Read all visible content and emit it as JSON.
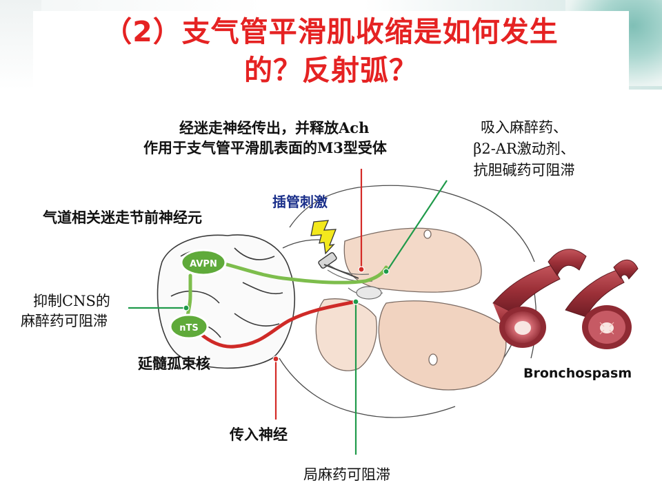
{
  "title": {
    "line1": "（2）支气管平滑肌收缩是如何发生",
    "line2": "的？反射弧？"
  },
  "labels": {
    "efferent_line1": "经迷走神经传出，并释放Ach",
    "efferent_line2": "作用于支气管平滑肌表面的M3型受体",
    "block_top_line1": "吸入麻醉药、",
    "block_top_line2": "β2-AR激动剂、",
    "block_top_line3": "抗胆碱药可阻滞",
    "intubation": "插管刺激",
    "avpn_neuron": "气道相关迷走节前神经元",
    "cns_block_line1": "抑制CNS的",
    "cns_block_line2": "麻醉药可阻滞",
    "nts_name": "延髓孤束核",
    "afferent": "传入神经",
    "local_block": "局麻药可阻滞",
    "bronchospasm": "Bronchospasm"
  },
  "nodes": {
    "avpn": "AVPN",
    "nts": "nTS"
  },
  "colors": {
    "title": "#e52222",
    "efferent_path": "#7dbd4c",
    "afferent_path": "#cf2a27",
    "pointer_green": "#1f9a4a",
    "pointer_red": "#d42a26",
    "node_fill": "#5faa3a",
    "lightning": "#f3e81d",
    "lung_fill": "#f3d9c8",
    "bronchus": "#b8454e"
  }
}
